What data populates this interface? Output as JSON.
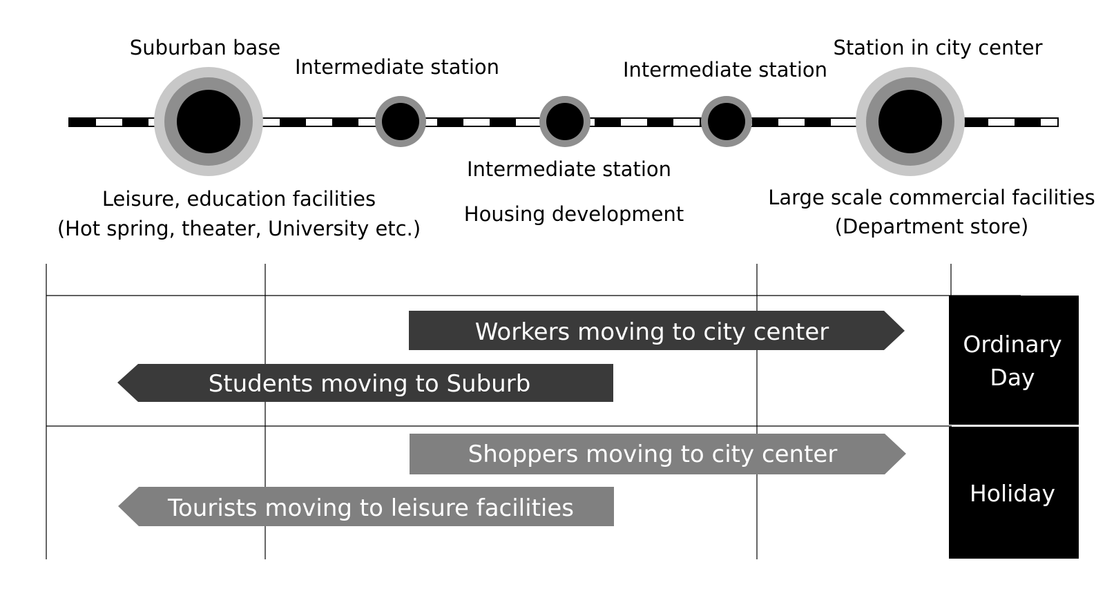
{
  "stations": {
    "suburban_base": {
      "label": "Suburban base",
      "sub1": "Leisure, education facilities",
      "sub2": "(Hot spring, theater, University etc.)"
    },
    "intermediate_1": {
      "label": "Intermediate station"
    },
    "intermediate_2": {
      "label": "Intermediate station",
      "sub1": "Housing development"
    },
    "intermediate_3": {
      "label": "Intermediate station"
    },
    "city_center": {
      "label": "Station in city center",
      "sub1": "Large scale commercial facilities",
      "sub2": "(Department store)"
    }
  },
  "flows": {
    "workers": "Workers moving to city center",
    "students": "Students moving to Suburb",
    "shoppers": "Shoppers moving to city center",
    "tourists": "Tourists moving to leisure facilities"
  },
  "days": {
    "ordinary_line1": "Ordinary",
    "ordinary_line2": "Day",
    "holiday": "Holiday"
  },
  "colors": {
    "rail": "#000000",
    "ring_outer": "#c8c8c8",
    "ring_mid": "#8e8e8e",
    "station_core": "#000000",
    "ordinary_arrow": "#3a3a3a",
    "holiday_arrow": "#808080",
    "day_box": "#000000"
  }
}
